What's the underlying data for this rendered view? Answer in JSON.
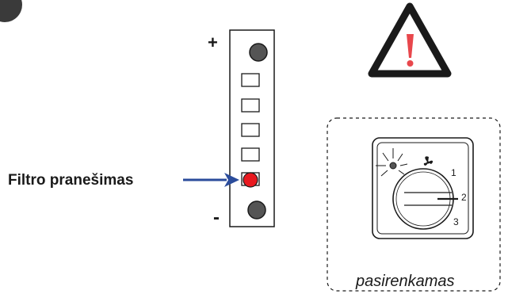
{
  "panel": {
    "plus_label": "+",
    "minus_label": "-",
    "filter_label": "Filtro pranešimas",
    "indicator_count": 5,
    "active_indicator_color": "#e8191f",
    "button_color": "#555555"
  },
  "warning": {
    "icon": "warning-triangle-icon",
    "exclamation_color": "#e8474c"
  },
  "optional_switch": {
    "caption": "pasirenkamas",
    "speed_labels": [
      "1",
      "2",
      "3"
    ],
    "fan_icon": "fan-icon"
  },
  "colors": {
    "arrow": "#2b4c9b",
    "stroke": "#1a1a1a"
  }
}
